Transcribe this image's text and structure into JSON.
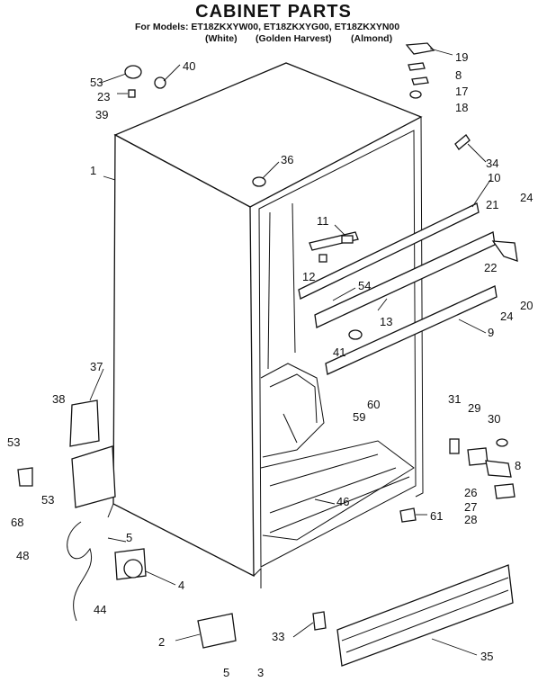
{
  "title": "CABINET PARTS",
  "models_line": "For Models: ET18ZKXYW00, ET18ZKXYG00, ET18ZKXYN00",
  "colors": [
    "(White)",
    "(Golden Harvest)",
    "(Almond)"
  ],
  "callouts": [
    "53",
    "23",
    "39",
    "40",
    "19",
    "8",
    "17",
    "18",
    "36",
    "34",
    "10",
    "1",
    "11",
    "21",
    "24",
    "12",
    "22",
    "54",
    "20",
    "24",
    "13",
    "41",
    "9",
    "37",
    "38",
    "60",
    "59",
    "31",
    "29",
    "30",
    "53",
    "8",
    "26",
    "27",
    "28",
    "46",
    "53",
    "68",
    "48",
    "61",
    "5",
    "4",
    "44",
    "33",
    "2",
    "5",
    "3",
    "35"
  ]
}
